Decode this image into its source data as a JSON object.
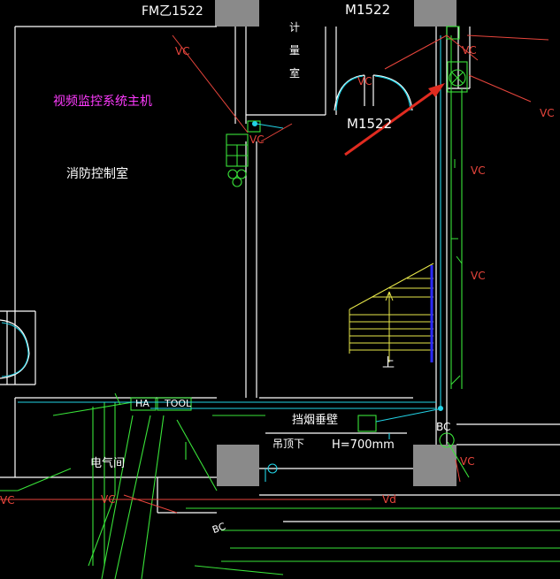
{
  "labels": {
    "fm_door": "FM乙1522",
    "m1522_top": "M1522",
    "m1522_mid": "M1522",
    "metering_room": "计量室",
    "video_host": "视频监控系统主机",
    "fire_control_room": "消防控制室",
    "smoke_wall": "挡烟垂壁",
    "suspended_ceiling": "吊顶下",
    "height_note": "H=700mm",
    "electrical_room": "电气间",
    "stair_up": "上",
    "ha_box": "HA",
    "tool_box": "TOOL",
    "bc_1": "BC",
    "bc_2": "BC",
    "vc": "VC",
    "vc_lower": "Vd"
  },
  "colors": {
    "wall": "#ffffff",
    "wire_green": "#39e339",
    "wire_cyan": "#22d3e6",
    "annotation_red": "#e8453c",
    "magenta": "#ff3bff",
    "stair_yellow": "#e8e84a",
    "column_gray": "#8a8a8a",
    "arrow_red": "#e02b20",
    "stair_rail_blue": "#2a2aff"
  }
}
